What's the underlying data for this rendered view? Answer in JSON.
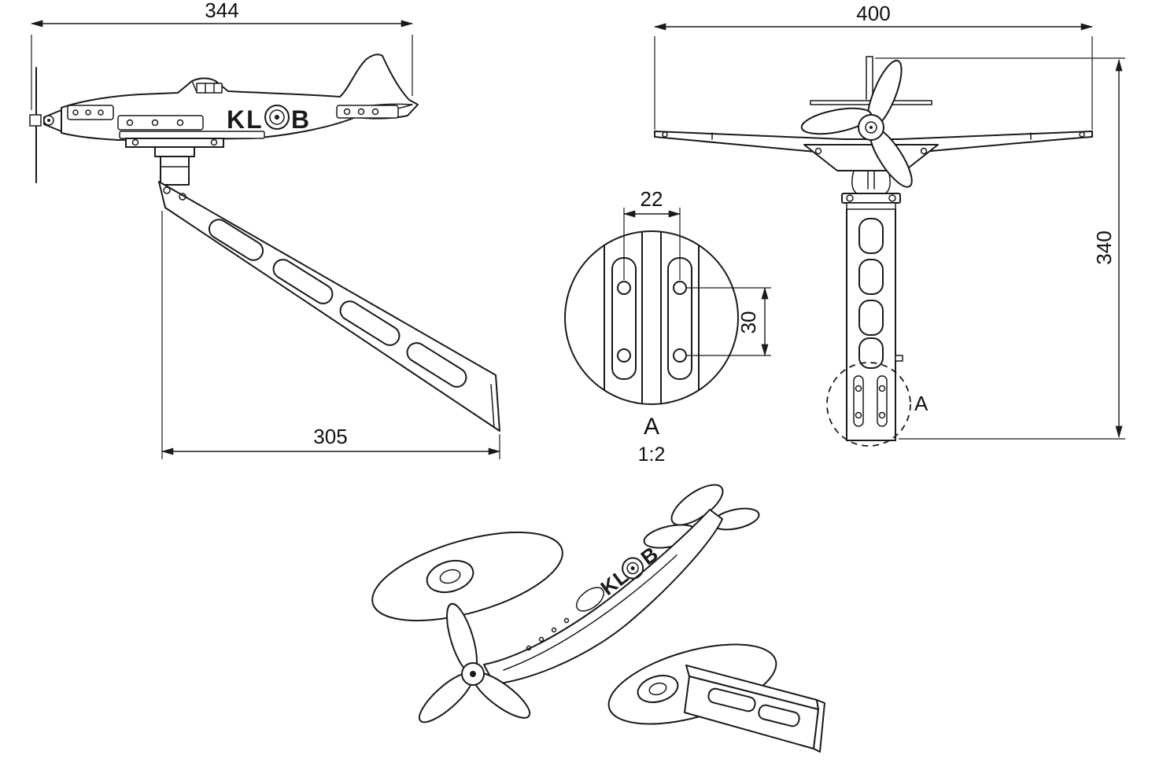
{
  "drawing": {
    "colors": {
      "line": "#1a1a1a",
      "background": "#ffffff"
    },
    "marking": {
      "left": "KL",
      "right": "B"
    },
    "views": {
      "side": {
        "dim_overall_length": "344",
        "dim_arm_length": "305"
      },
      "front": {
        "dim_wingspan": "400",
        "dim_overall_height": "340",
        "detail_callout": "A"
      },
      "detail": {
        "label": "A",
        "scale": "1:2",
        "dim_hole_spacing_horizontal": "22",
        "dim_hole_spacing_vertical": "30"
      }
    }
  }
}
